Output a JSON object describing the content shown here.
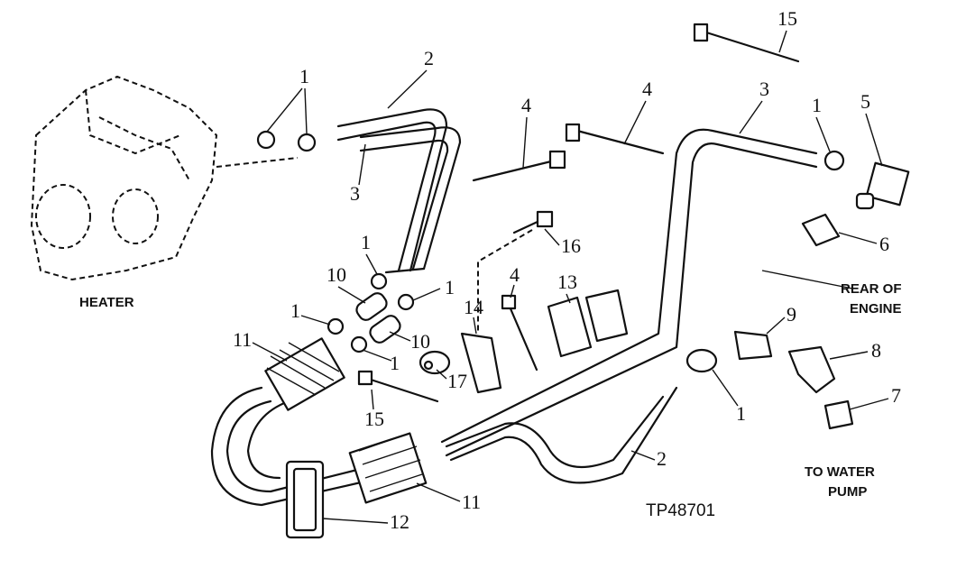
{
  "labels": {
    "heater": "HEATER",
    "rear_of_engine_1": "REAR OF",
    "rear_of_engine_2": "ENGINE",
    "to_water_pump_1": "TO WATER",
    "to_water_pump_2": "PUMP",
    "figure_id": "TP48701"
  },
  "callouts": {
    "c1a": "1",
    "c1b": "1",
    "c1c": "1",
    "c1d": "1",
    "c1e": "1",
    "c1f": "1",
    "c1g": "1",
    "c2a": "2",
    "c2b": "2",
    "c3a": "3",
    "c3b": "3",
    "c4a": "4",
    "c4b": "4",
    "c4c": "4",
    "c5": "5",
    "c6": "6",
    "c7": "7",
    "c8": "8",
    "c9": "9",
    "c10a": "10",
    "c10b": "10",
    "c11a": "11",
    "c11b": "11",
    "c12": "12",
    "c13": "13",
    "c14": "14",
    "c15a": "15",
    "c15b": "15",
    "c16": "16",
    "c17": "17"
  }
}
